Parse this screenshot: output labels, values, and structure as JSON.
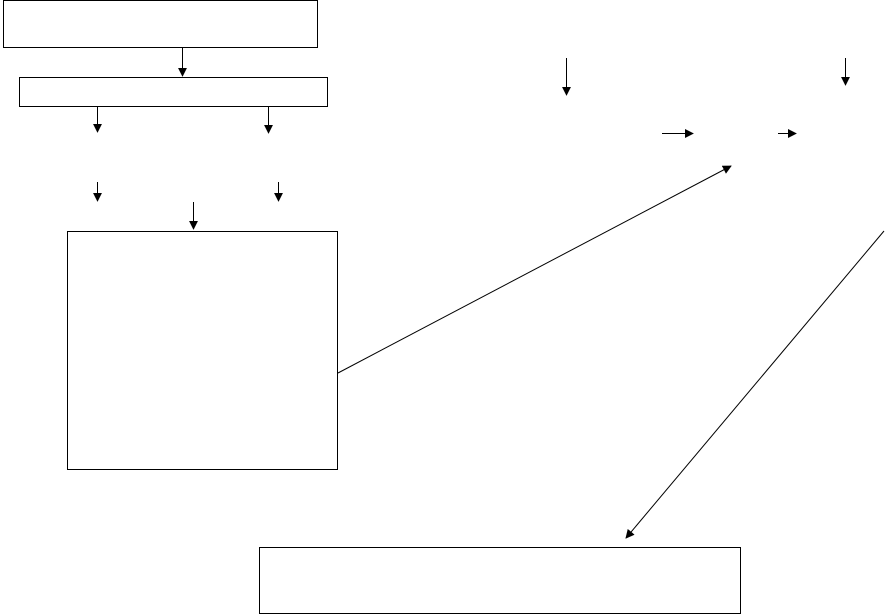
{
  "diagram": {
    "stroke_color": "#000000",
    "background_color": "#ffffff",
    "boxes": [
      {
        "name": "top-box",
        "text": ""
      },
      {
        "name": "second-box",
        "text": ""
      },
      {
        "name": "center-square-box",
        "text": ""
      },
      {
        "name": "bottom-wide-box",
        "text": ""
      }
    ],
    "arrow_count": 12,
    "arrow_head_icon": "arrowhead-icon"
  }
}
